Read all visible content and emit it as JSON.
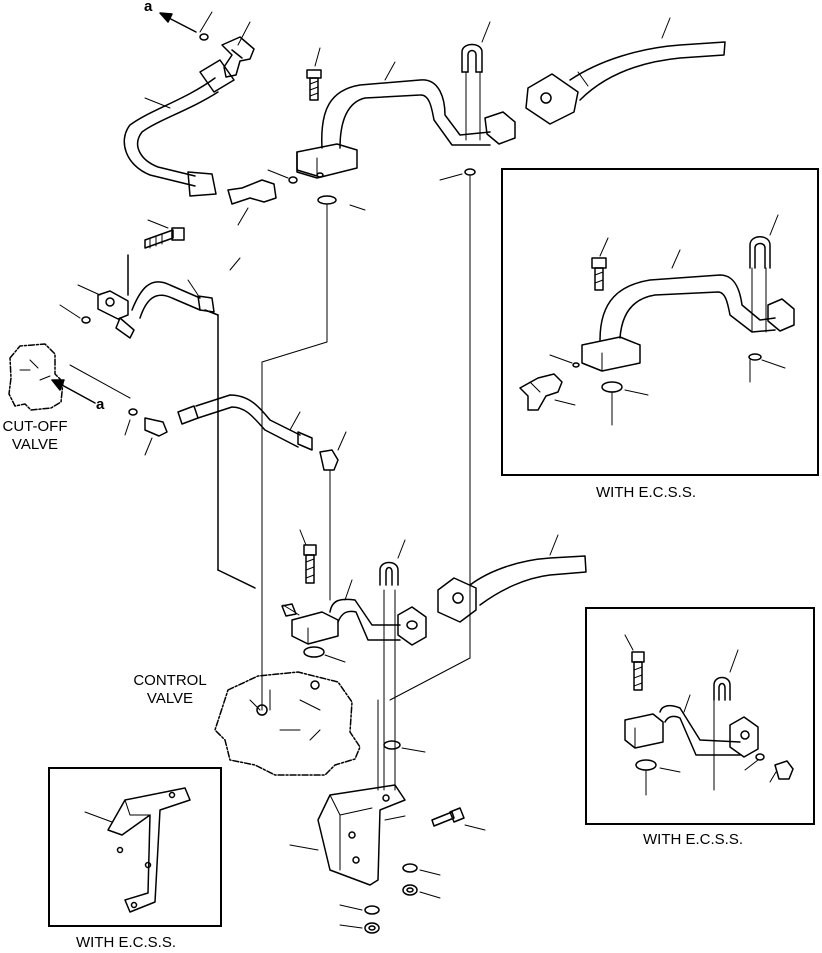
{
  "labels": {
    "cutoff_valve_line1": "CUT-OFF",
    "cutoff_valve_line2": "VALVE",
    "control_valve_line1": "CONTROL",
    "control_valve_line2": "VALVE",
    "ref_a_top": "a",
    "ref_a_side": "a"
  },
  "insets": {
    "top_right_caption": "WITH E.C.S.S.",
    "bottom_right_caption": "WITH E.C.S.S.",
    "bottom_left_caption": "WITH E.C.S.S."
  },
  "colors": {
    "ink": "#000000",
    "paper": "#ffffff"
  }
}
